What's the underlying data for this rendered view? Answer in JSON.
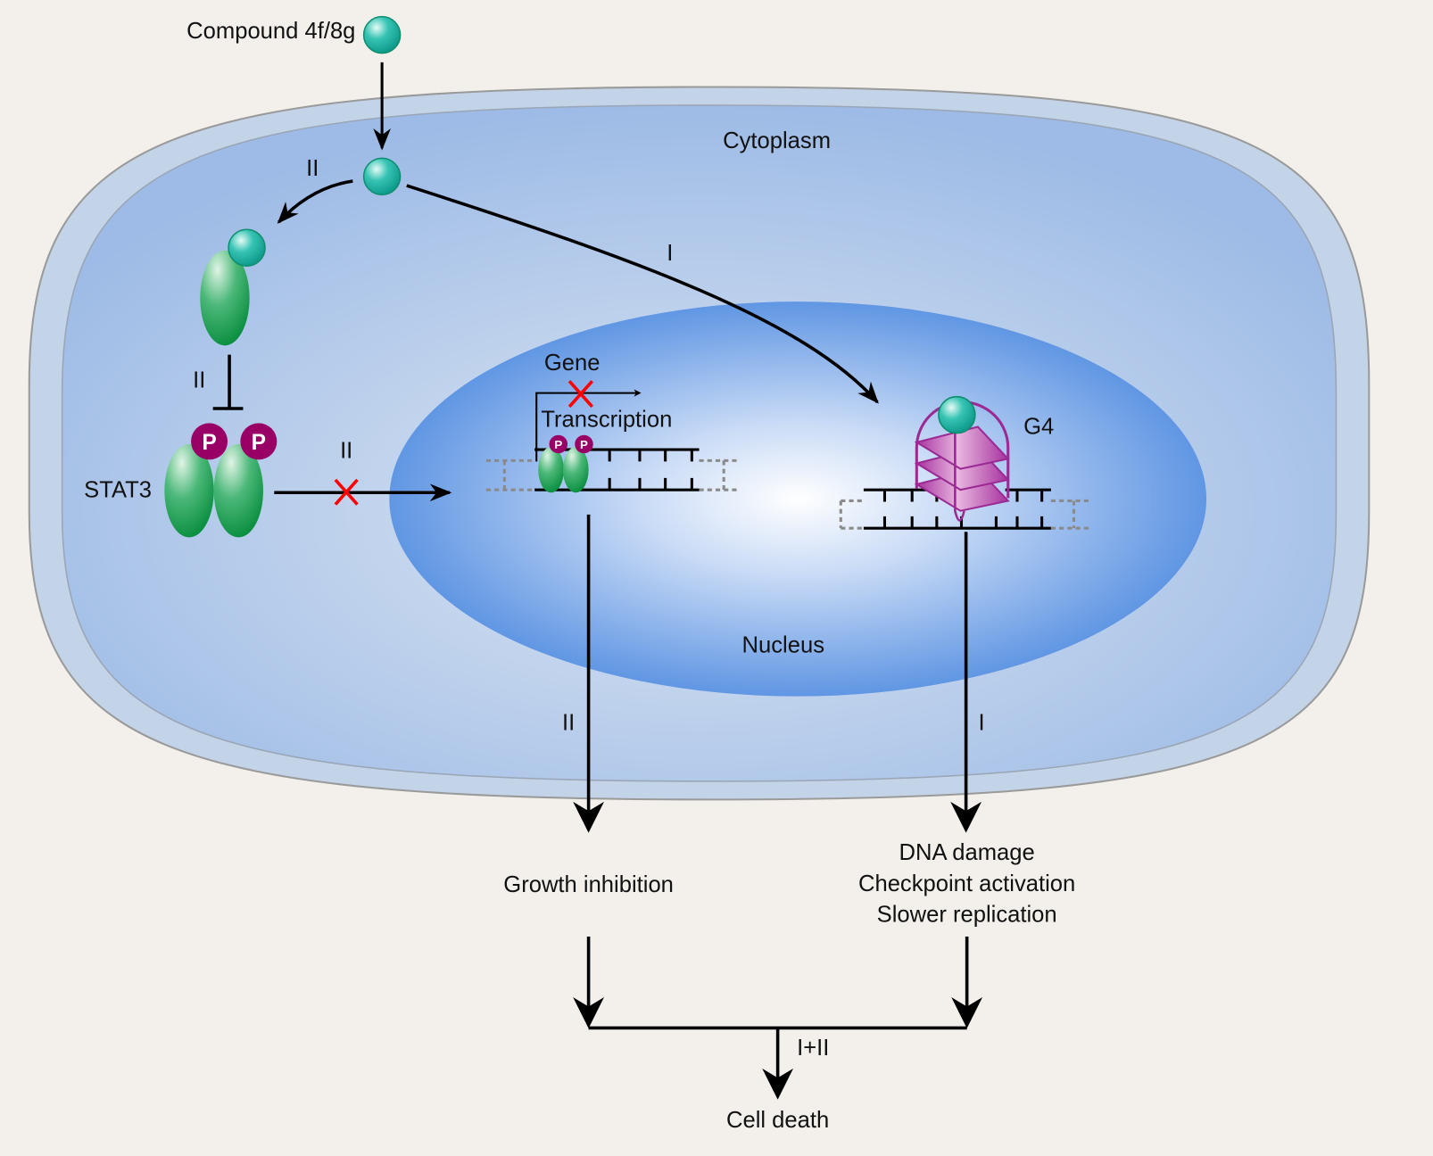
{
  "labels": {
    "compound": "Compound 4f/8g",
    "cytoplasm": "Cytoplasm",
    "nucleus": "Nucleus",
    "stat3": "STAT3",
    "gene": "Gene",
    "transcription": "Transcription",
    "g4": "G4",
    "phospho": "P",
    "growth_inhibition": "Growth inhibition",
    "dna_damage": "DNA damage",
    "checkpoint": "Checkpoint activation",
    "slower_replication": "Slower replication",
    "cell_death": "Cell death"
  },
  "pathway_labels": {
    "path_i": "I",
    "path_ii": "II",
    "combined": "I+II"
  },
  "colors": {
    "background": "#f3f0eb",
    "membrane": "#c3d3e8",
    "cytoplasm": "#a2bfe6",
    "nucleus": "#4f8be0",
    "compound": "#1fb5a5",
    "stat3": "#1a9e55",
    "phospho": "#990066",
    "g4": "#9b2a95",
    "block": "#ff0000"
  }
}
